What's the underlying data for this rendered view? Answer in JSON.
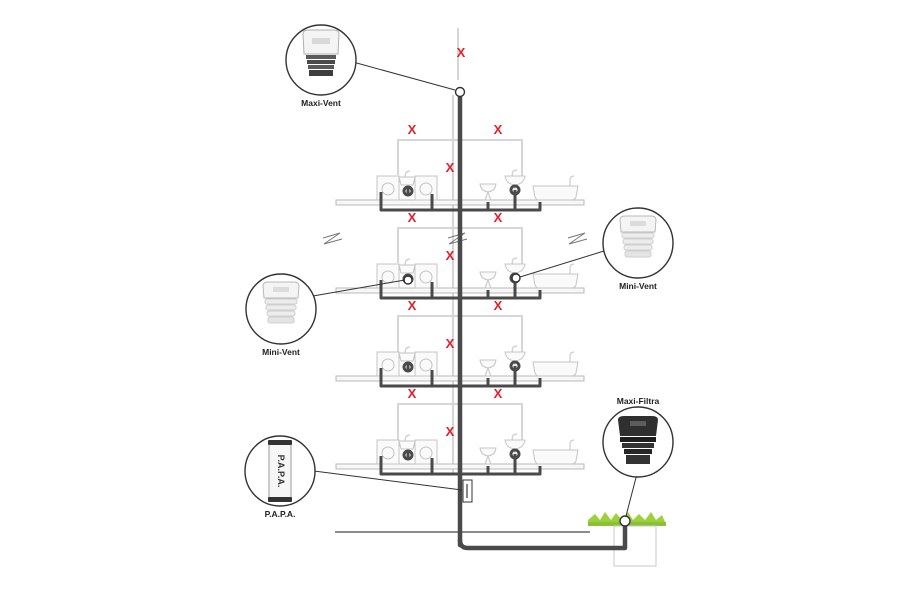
{
  "labels": {
    "maxi_vent": "Maxi-Vent",
    "mini_vent_right": "Mini-Vent",
    "mini_vent_left": "Mini-Vent",
    "papa": "P.A.P.A.",
    "maxi_filtra": "Maxi-Filtra"
  },
  "product_text": {
    "papa_tube": "P.A.P.A."
  },
  "marks": {
    "blocked": "X"
  },
  "colors": {
    "pipe_dark": "#4a4a4a",
    "pipe_light": "#d4d4d4",
    "blocked_mark": "#e0202a",
    "grass": "#9bd23c",
    "floor_outline": "#b8b8b8"
  }
}
